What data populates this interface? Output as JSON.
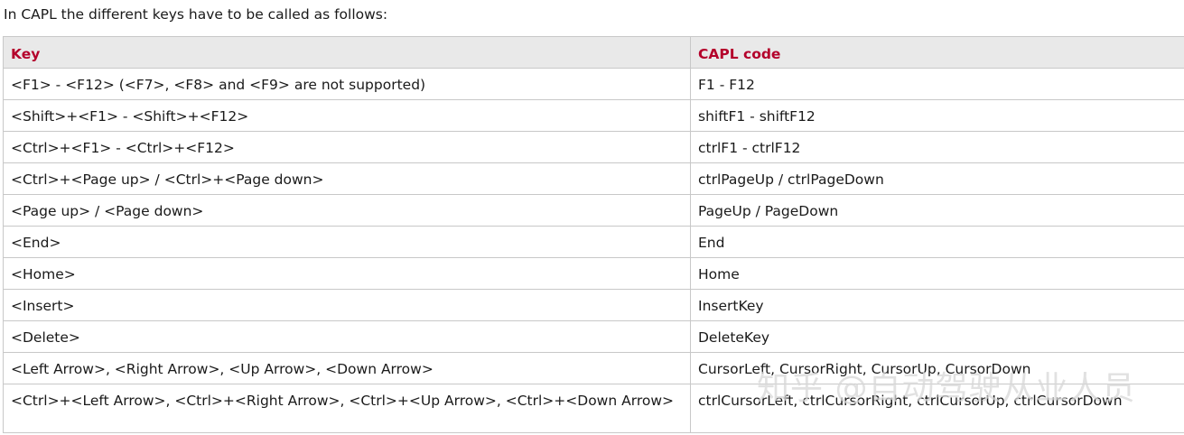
{
  "intro": "In CAPL the different keys have to be called as follows:",
  "table": {
    "headers": [
      "Key",
      "CAPL code"
    ],
    "rows": [
      [
        "<F1> - <F12> (<F7>, <F8> and <F9> are not supported)",
        "F1 - F12"
      ],
      [
        "<Shift>+<F1> - <Shift>+<F12>",
        "shiftF1 - shiftF12"
      ],
      [
        "<Ctrl>+<F1> - <Ctrl>+<F12>",
        "ctrlF1 - ctrlF12"
      ],
      [
        "<Ctrl>+<Page up> / <Ctrl>+<Page down>",
        "ctrlPageUp / ctrlPageDown"
      ],
      [
        "<Page up> / <Page down>",
        "PageUp / PageDown"
      ],
      [
        "<End>",
        "End"
      ],
      [
        "<Home>",
        "Home"
      ],
      [
        "<Insert>",
        "InsertKey"
      ],
      [
        "<Delete>",
        "DeleteKey"
      ],
      [
        "<Left Arrow>, <Right Arrow>, <Up Arrow>, <Down Arrow>",
        "CursorLeft, CursorRight, CursorUp, CursorDown"
      ],
      [
        "<Ctrl>+<Left Arrow>, <Ctrl>+<Right Arrow>, <Ctrl>+<Up Arrow>, <Ctrl>+<Down Arrow>",
        "ctrlCursorLeft, ctrlCursorRight, ctrlCursorUp, ctrlCursorDown"
      ]
    ]
  },
  "watermark": "知乎 @自动驾驶从业人员",
  "colors": {
    "header_text": "#b4002b",
    "header_bg": "#e9e9e9",
    "border": "#c8c8c8"
  }
}
